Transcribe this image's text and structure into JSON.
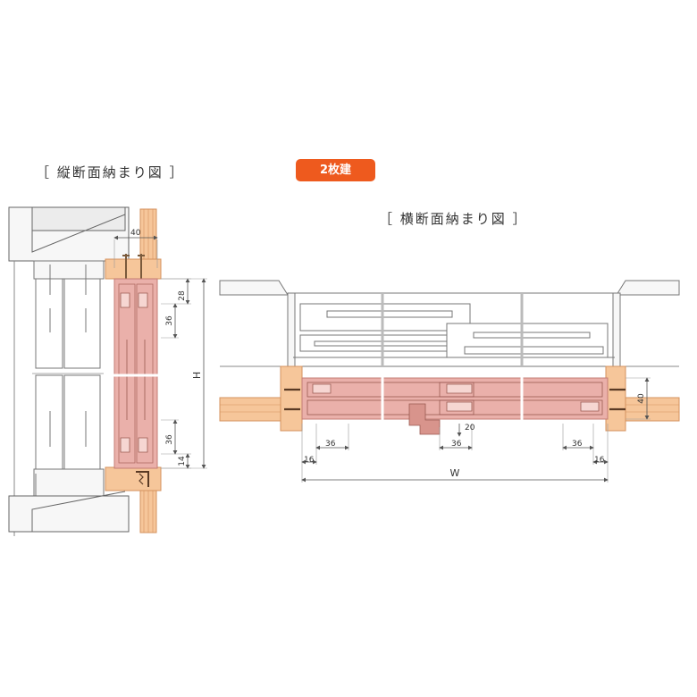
{
  "titles": {
    "vertical": "［ 縦断面納まり図 ］",
    "horizontal": "［ 横断面納まり図 ］"
  },
  "badge": {
    "label": "2枚建",
    "color": "#ee5a1e"
  },
  "colors": {
    "screen_pink": "#eab0aa",
    "screen_outline": "#c47c74",
    "wood": "#f6c69a",
    "wood_outline": "#d4925e",
    "line": "#555555",
    "frame_fill": "#f7f7f7"
  },
  "vertical_section": {
    "dimensions": {
      "top_width": "40",
      "top_offset": "28",
      "upper_rail": "36",
      "lower_rail": "36",
      "bottom": "14",
      "height": "H"
    }
  },
  "horizontal_section": {
    "dimensions": {
      "left_side": "16",
      "left_rail": "36",
      "center_rail": "36",
      "center_offset": "20",
      "right_rail": "36",
      "right_side": "16",
      "depth": "40",
      "width": "W"
    }
  }
}
